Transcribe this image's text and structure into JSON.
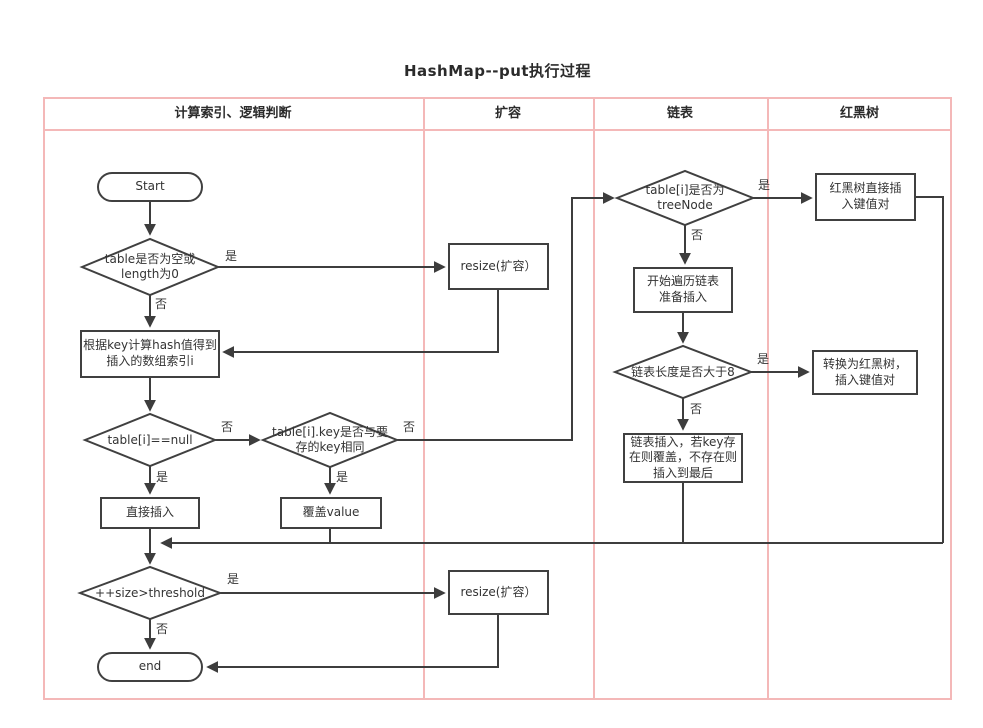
{
  "title": "HashMap--put执行过程",
  "lanes": [
    {
      "label": "计算索引、逻辑判断"
    },
    {
      "label": "扩容"
    },
    {
      "label": "链表"
    },
    {
      "label": "红黑树"
    }
  ],
  "edge_labels": {
    "yes": "是",
    "no": "否"
  },
  "nodes": {
    "start": "Start",
    "check_table_empty": "table是否为空或length为0",
    "calc_hash": "根据key计算hash值得到插入的数组索引i",
    "check_null": "table[i]==null",
    "direct_insert": "直接插入",
    "check_same_key": "table[i].key是否与要存的key相同",
    "overwrite_value": "覆盖value",
    "resize_top": "resize(扩容）",
    "check_treenode": "table[i]是否为treeNode",
    "traverse_list": "开始遍历链表准备插入",
    "check_list_length": "链表长度是否大于8",
    "list_insert": "链表插入，若key存在则覆盖，不存在则插入到最后",
    "rbtree_insert": "红黑树直接插入键值对",
    "convert_rbtree": "转换为红黑树，插入键值对",
    "check_threshold": "++size>threshold",
    "resize_bottom": "resize(扩容）",
    "end": "end"
  },
  "colors": {
    "lane_border": "#f4b8b8",
    "line": "#3d3d3d",
    "node_border": "#404040",
    "text": "#333333"
  }
}
